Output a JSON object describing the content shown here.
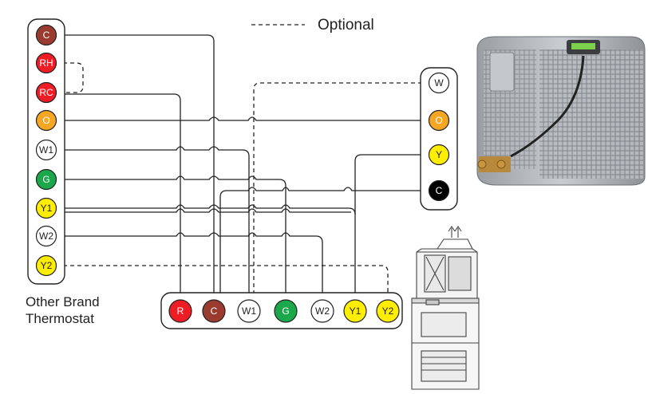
{
  "legend": {
    "label": "Optional"
  },
  "thermostat": {
    "caption_line1": "Other Brand",
    "caption_line2": "Thermostat",
    "terminals": [
      {
        "label": "C",
        "fill": "#9b3a2e",
        "text": "#ffffff"
      },
      {
        "label": "RH",
        "fill": "#ee1c24",
        "text": "#ffffff"
      },
      {
        "label": "RC",
        "fill": "#ee1c24",
        "text": "#ffffff"
      },
      {
        "label": "O",
        "fill": "#f5a623",
        "text": "#ffffff"
      },
      {
        "label": "W1",
        "fill": "#ffffff",
        "text": "#222222"
      },
      {
        "label": "G",
        "fill": "#1aa84b",
        "text": "#ffffff"
      },
      {
        "label": "Y1",
        "fill": "#ffee00",
        "text": "#222222"
      },
      {
        "label": "W2",
        "fill": "#ffffff",
        "text": "#222222"
      },
      {
        "label": "Y2",
        "fill": "#ffee00",
        "text": "#222222"
      }
    ]
  },
  "outdoor_unit": {
    "terminals": [
      {
        "label": "W",
        "fill": "#ffffff",
        "text": "#222222"
      },
      {
        "label": "O",
        "fill": "#f5a623",
        "text": "#ffffff"
      },
      {
        "label": "Y",
        "fill": "#ffee00",
        "text": "#222222"
      },
      {
        "label": "C",
        "fill": "#000000",
        "text": "#ffffff"
      }
    ]
  },
  "indoor_unit": {
    "terminals": [
      {
        "label": "R",
        "fill": "#ee1c24",
        "text": "#ffffff"
      },
      {
        "label": "C",
        "fill": "#9b3a2e",
        "text": "#ffffff"
      },
      {
        "label": "W1",
        "fill": "#ffffff",
        "text": "#222222"
      },
      {
        "label": "G",
        "fill": "#1aa84b",
        "text": "#ffffff"
      },
      {
        "label": "W2",
        "fill": "#ffffff",
        "text": "#222222"
      },
      {
        "label": "Y1",
        "fill": "#ffee00",
        "text": "#222222"
      },
      {
        "label": "Y2",
        "fill": "#ffee00",
        "text": "#222222"
      }
    ]
  },
  "colors": {
    "line": "#222222",
    "panel_border": "#222222"
  },
  "images": {
    "condenser": "outdoor-condenser-unit",
    "furnace": "indoor-air-handler-unit"
  }
}
